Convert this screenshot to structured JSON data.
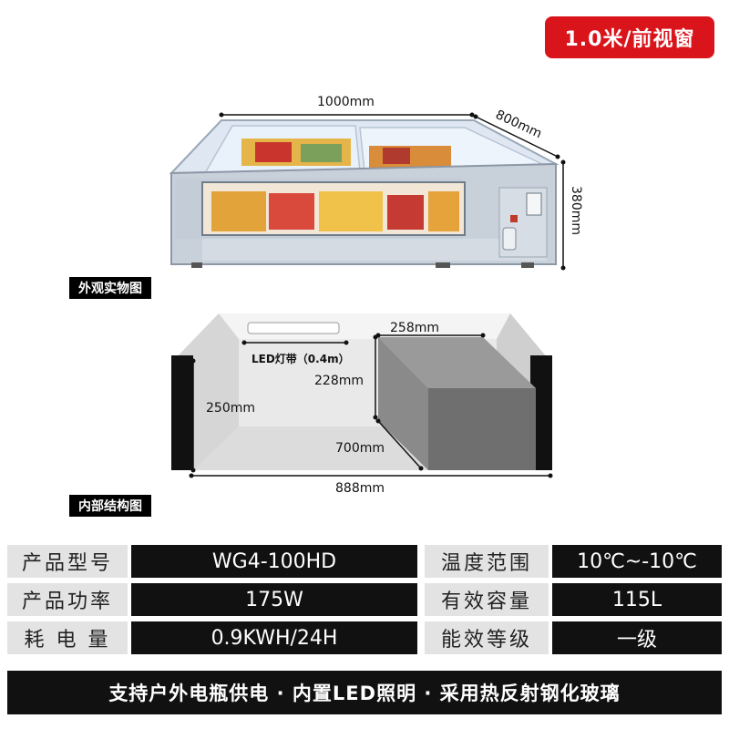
{
  "header": {
    "badge": "1.0米/前视窗"
  },
  "exterior": {
    "width_label": "1000mm",
    "depth_label": "800mm",
    "height_label": "380mm",
    "caption": "外观实物图"
  },
  "interior": {
    "led_label": "LED灯带（0.4m）",
    "step_width_label": "258mm",
    "step_height_label": "228mm",
    "depth_label": "250mm",
    "step_depth_label": "700mm",
    "width_label": "888mm",
    "caption": "内部结构图"
  },
  "specs": [
    {
      "label1": "产品型号",
      "value1": "WG4-100HD",
      "label2": "温度范围",
      "value2": "10℃~-10℃"
    },
    {
      "label1": "产品功率",
      "value1": "175W",
      "label2": "有效容量",
      "value2": "115L"
    },
    {
      "label1": "耗 电 量",
      "value1": "0.9KWH/24H",
      "label2": "能效等级",
      "value2": "一级"
    }
  ],
  "footer": {
    "text": "支持户外电瓶供电 · 内置LED照明 · 采用热反射钢化玻璃"
  }
}
